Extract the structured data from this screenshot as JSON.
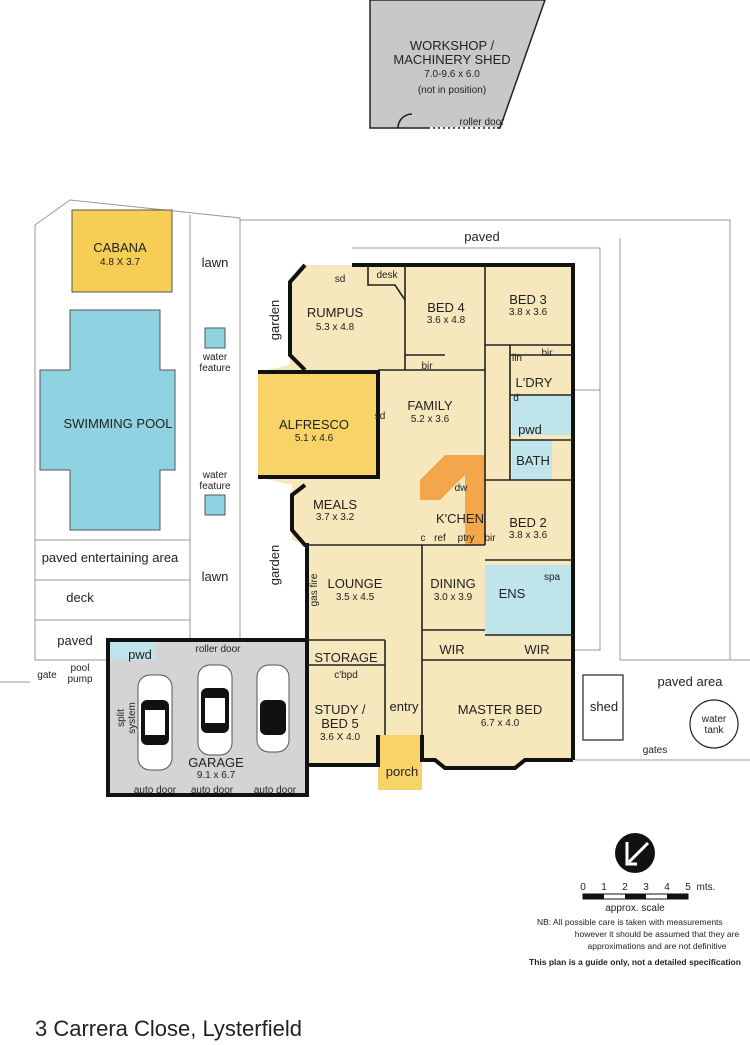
{
  "colors": {
    "room": "#f7e7bd",
    "alfresco": "#f8d468",
    "kitchen_bench": "#f3a64a",
    "wet_area": "#bfe4ec",
    "garage": "#d4d4d4",
    "pool": "#8fd2e2",
    "cabana": "#f6cd55",
    "workshop": "#c8c8c8"
  },
  "workshop": {
    "line1": "WORKSHOP /",
    "line2": "MACHINERY SHED",
    "dims": "7.0-9.6 x 6.0",
    "note": "(not in position)",
    "door": "roller door"
  },
  "outdoor": {
    "paved_top": "paved",
    "lawn_top": "lawn",
    "lawn_bottom": "lawn",
    "water_feature_1a": "water",
    "water_feature_1b": "feature",
    "water_feature_2a": "water",
    "water_feature_2b": "feature",
    "cabana": "CABANA",
    "cabana_dims": "4.8 X 3.7",
    "pool": "SWIMMING POOL",
    "entertaining": "paved entertaining area",
    "deck": "deck",
    "paved_left": "paved",
    "gate": "gate",
    "pool_pump_1": "pool",
    "pool_pump_2": "pump",
    "garden_top": "garden",
    "garden_bottom": "garden",
    "shed": "shed",
    "paved_area": "paved area",
    "water_tank_1": "water",
    "water_tank_2": "tank",
    "gates": "gates"
  },
  "rooms": {
    "rumpus": {
      "name": "RUMPUS",
      "dims": "5.3 x 4.8"
    },
    "bed4": {
      "name": "BED 4",
      "dims": "3.6 x 4.8"
    },
    "bed3": {
      "name": "BED 3",
      "dims": "3.8 x 3.6"
    },
    "family": {
      "name": "FAMILY",
      "dims": "5.2 x 3.6"
    },
    "alfresco": {
      "name": "ALFRESCO",
      "dims": "5.1 x 4.6"
    },
    "meals": {
      "name": "MEALS",
      "dims": "3.7 x 3.2"
    },
    "kitchen": {
      "name": "K'CHEN"
    },
    "bed2": {
      "name": "BED 2",
      "dims": "3.8 x 3.6"
    },
    "lounge": {
      "name": "LOUNGE",
      "dims": "3.5 x 4.5"
    },
    "dining": {
      "name": "DINING",
      "dims": "3.0 x 3.9"
    },
    "ens": {
      "name": "ENS"
    },
    "storage": {
      "name": "STORAGE"
    },
    "study": {
      "name1": "STUDY /",
      "name2": "BED 5",
      "dims": "3.6 X 4.0"
    },
    "master": {
      "name": "MASTER BED",
      "dims": "6.7 x 4.0"
    },
    "garage": {
      "name": "GARAGE",
      "dims": "9.1 x 6.7"
    },
    "laundry": {
      "name": "L'DRY"
    },
    "bath": {
      "name": "BATH"
    },
    "porch": {
      "name": "porch"
    },
    "entry": {
      "name": "entry"
    }
  },
  "fixtures": {
    "sd1": "sd",
    "desk": "desk",
    "bir_bed4": "bir",
    "bir_bed3": "bir",
    "lin": "lin",
    "d": "d",
    "pwd": "pwd",
    "sd2": "sd",
    "dw": "dw",
    "c": "c",
    "ref": "ref",
    "ptry": "ptry",
    "bir_bed2": "bir",
    "gas_fire": "gas fire",
    "spa": "spa",
    "wir_left": "WIR",
    "wir_right": "WIR",
    "cbpd": "c'bpd",
    "garage_pwd": "pwd",
    "roller_door": "roller door",
    "split1": "split",
    "split2": "system",
    "auto_door_1": "auto door",
    "auto_door_2": "auto door",
    "auto_door_3": "auto door"
  },
  "scale": {
    "ticks": [
      "0",
      "1",
      "2",
      "3",
      "4",
      "5"
    ],
    "unit": "mts.",
    "label": "approx. scale"
  },
  "notes": {
    "nb1": "NB:  All possible care is taken with measurements",
    "nb2": "however it should be assumed that they are",
    "nb3": "approximations and are not definitive",
    "disclaimer": "This plan is a guide only, not a detailed specification"
  },
  "address": "3 Carrera Close, Lysterfield"
}
